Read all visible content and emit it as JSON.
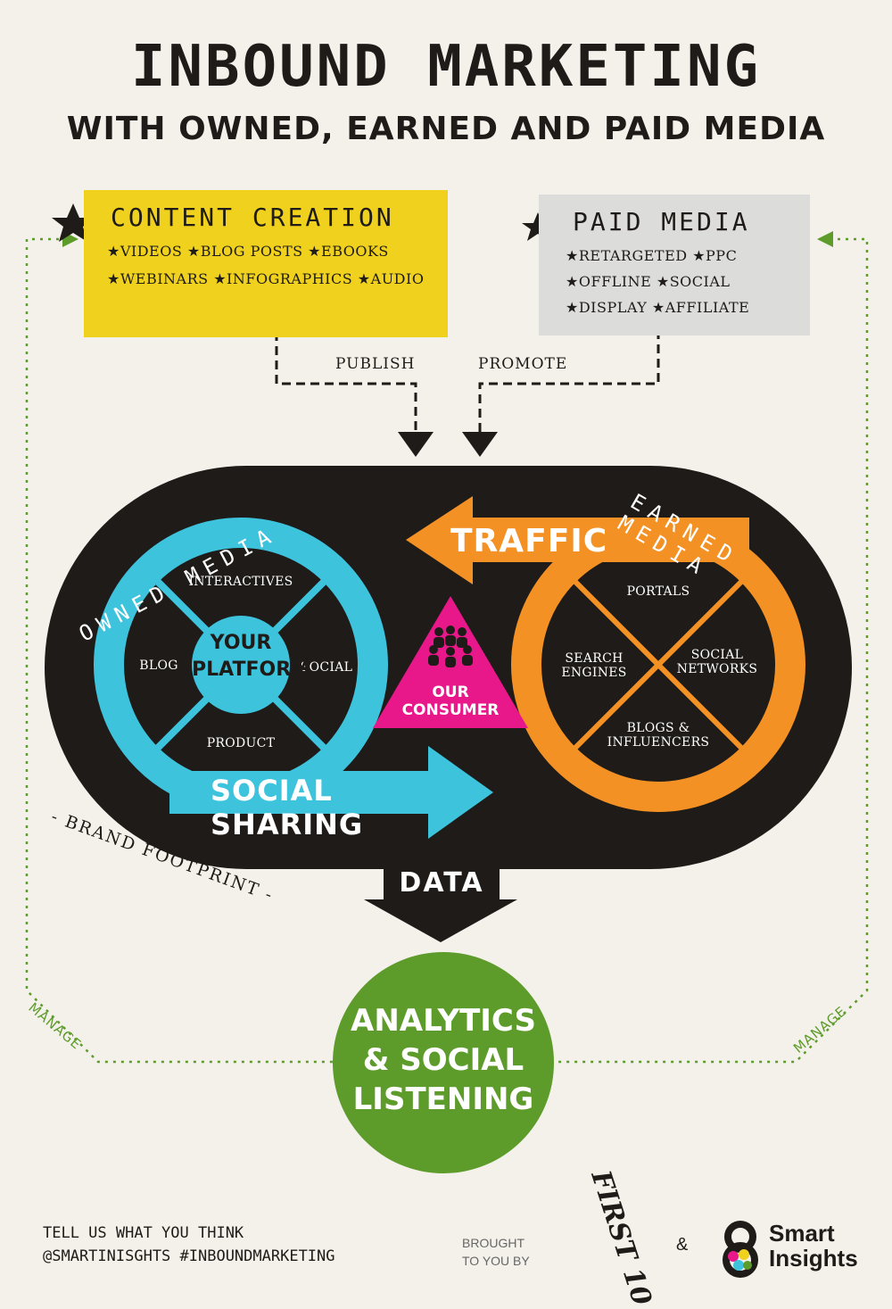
{
  "title": "INBOUND MARKETING",
  "subtitle": "WITH OWNED, EARNED AND PAID MEDIA",
  "content_creation": {
    "heading": "CONTENT CREATION",
    "line1": "★VIDEOS ★BLOG POSTS ★EBOOKS",
    "line2": "★WEBINARS ★INFOGRAPHICS ★AUDIO"
  },
  "paid_media": {
    "heading": "PAID MEDIA",
    "line1": "★RETARGETED ★PPC",
    "line2": "★OFFLINE ★SOCIAL",
    "line3": "★DISPLAY ★AFFILIATE"
  },
  "flow": {
    "publish": "PUBLISH",
    "promote": "PROMOTE",
    "data": "DATA",
    "traffic": "TRAFFIC",
    "social_sharing": "SOCIAL SHARING",
    "brand_footprint": "- BRAND FOOTPRINT -",
    "manage_left": "MANAGE",
    "manage_right": "MANAGE"
  },
  "owned_media": {
    "label": "OWNED MEDIA",
    "center_line1": "YOUR",
    "center_line2": "PLATFORM",
    "top": "INTERACTIVES",
    "left": "BLOG",
    "right": "SOCIAL",
    "bottom": "PRODUCT"
  },
  "earned_media": {
    "label": "EARNED MEDIA",
    "top": "PORTALS",
    "left_line1": "SEARCH",
    "left_line2": "ENGINES",
    "right_line1": "SOCIAL",
    "right_line2": "NETWORKS",
    "bottom_line1": "BLOGS &",
    "bottom_line2": "INFLUENCERS"
  },
  "consumer": {
    "line1": "OUR",
    "line2": "CONSUMER"
  },
  "analytics": {
    "line1": "ANALYTICS",
    "line2": "& SOCIAL",
    "line3": "LISTENING"
  },
  "footer": {
    "line1": "TELL US WHAT YOU THINK",
    "line2": "@SMARTINISGHTS #INBOUNDMARKETING",
    "brought_line1": "BROUGHT",
    "brought_line2": "TO YOU BY",
    "firstten_logo": "FIRST 10",
    "ampersand": "&",
    "smart_line1": "Smart",
    "smart_line2": "Insights"
  },
  "colors": {
    "background": "#f3f1ea",
    "dark": "#1e1b18",
    "yellow": "#f0d21e",
    "grey": "#dcdcda",
    "cyan": "#3ec3dd",
    "orange": "#f39124",
    "magenta": "#e8178a",
    "green": "#5d9b2b"
  },
  "icons": [
    "star-icon",
    "people-group-icon",
    "smart-insights-logo-icon"
  ]
}
